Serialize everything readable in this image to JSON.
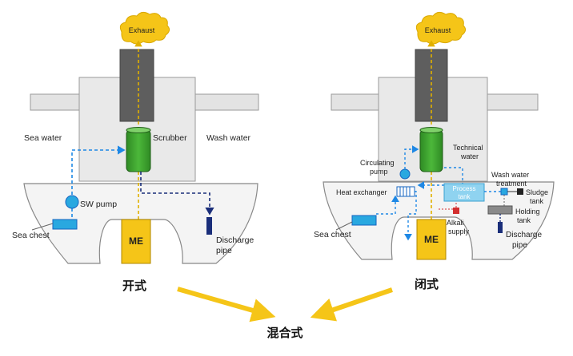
{
  "open_loop": {
    "exhaust": "Exhaust",
    "sea_water": "Sea water",
    "scrubber": "Scrubber",
    "wash_water": "Wash water",
    "sw_pump": "SW pump",
    "sea_chest": "Sea chest",
    "engine": "ME",
    "discharge_line1": "Discharge",
    "discharge_line2": "pipe"
  },
  "closed_loop": {
    "exhaust": "Exhaust",
    "technical_line1": "Technical",
    "technical_line2": "water",
    "circulating_line1": "Circulating",
    "circulating_line2": "pump",
    "wash_treat_line1": "Wash water",
    "wash_treat_line2": "treatment",
    "heat_exchanger": "Heat exchanger",
    "process_line1": "Process",
    "process_line2": "tank",
    "sludge_line1": "Sludge",
    "sludge_line2": "tank",
    "holding_line1": "Holding",
    "holding_line2": "tank",
    "alkali_line1": "Alkali",
    "alkali_line2": "supply",
    "sea_chest": "Sea chest",
    "engine": "ME",
    "discharge_line1": "Discharge",
    "discharge_line2": "pipe"
  },
  "captions": {
    "open": "开式",
    "closed": "闭式",
    "hybrid": "混合式"
  },
  "colors": {
    "exhaust_cloud": "#f5c518",
    "funnel": "#606060",
    "scrubber": "#3a9a2e",
    "engine": "#f5c518",
    "seawater_line": "#1e88e5",
    "washwater_line": "#1a2e7a",
    "arrow": "#f5c518"
  }
}
